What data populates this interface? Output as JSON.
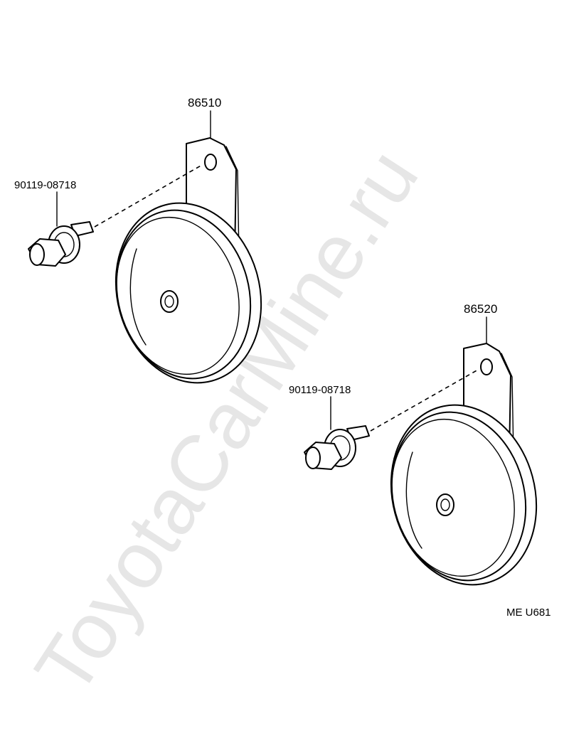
{
  "diagram": {
    "watermark": "ToyotaCarMine.ru",
    "parts": [
      {
        "part_number": "86510"
      },
      {
        "part_number": "86520"
      }
    ],
    "fasteners": [
      {
        "part_number": "90119-08718"
      },
      {
        "part_number": "90119-08718"
      }
    ],
    "figure_code": "ME U681"
  }
}
